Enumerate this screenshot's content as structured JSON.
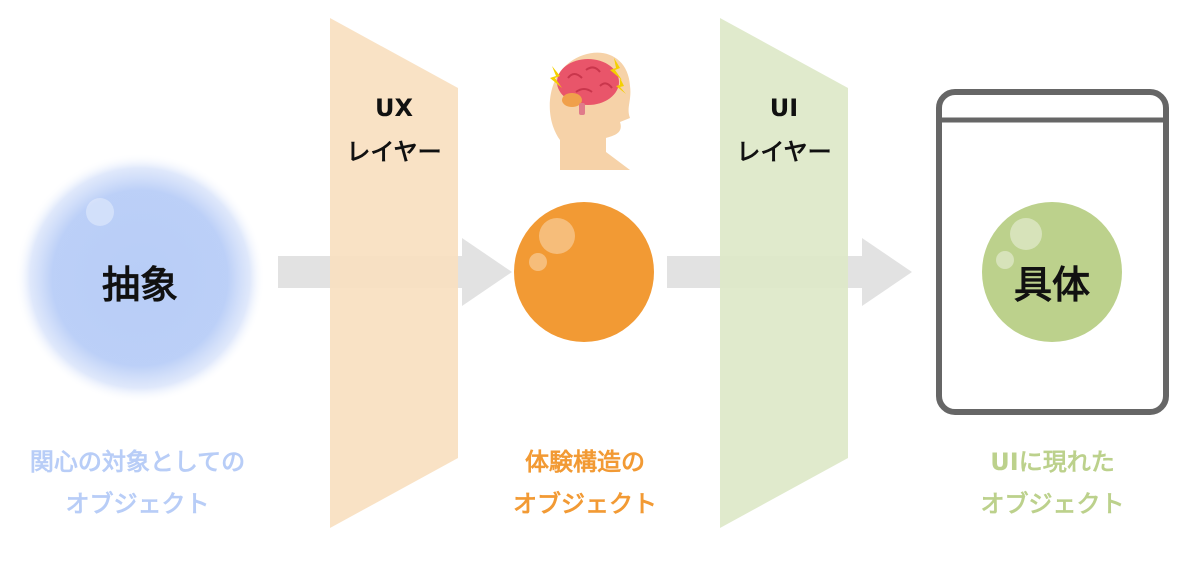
{
  "abstract": {
    "circle_text": "抽象",
    "caption_line1": "関心の対象としての",
    "caption_line2": "オブジェクト",
    "color": "#b8cdf7",
    "text_color": "#111111",
    "caption_color": "#b8cdf7"
  },
  "ux_layer": {
    "line1": "UX",
    "line2": "レイヤー",
    "color": "#f9dfc0"
  },
  "experience": {
    "caption_line1": "体験構造の",
    "caption_line2": "オブジェクト",
    "color": "#f29a34",
    "caption_color": "#f29a34"
  },
  "ui_layer": {
    "line1": "UI",
    "line2": "レイヤー",
    "color": "#dde8c8"
  },
  "concrete": {
    "circle_text": "具体",
    "caption_line1": "UIに現れた",
    "caption_line2": "オブジェクト",
    "color": "#bcd18c",
    "caption_color": "#bcd18c",
    "frame_color": "#666666"
  },
  "arrow_color": "#e2e2e2",
  "brain_icon": "brain-head-icon"
}
